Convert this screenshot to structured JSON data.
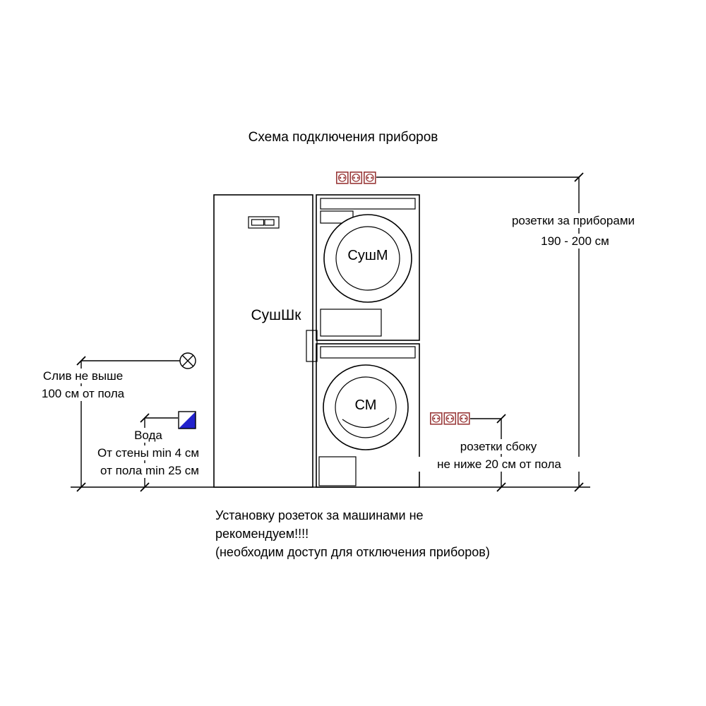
{
  "title": "Схема подключения приборов",
  "diagram": {
    "cabinet_label": "СушШк",
    "dryer_label": "СушМ",
    "washer_label": "СМ"
  },
  "annotations": {
    "sockets_back": {
      "line1": "розетки за приборами",
      "line2": "190 - 200 см"
    },
    "sockets_side": {
      "line1": "розетки сбоку",
      "line2": "не ниже 20 см от пола"
    },
    "drain": {
      "line1": "Слив не выше",
      "line2": "100 см от пола"
    },
    "water": {
      "label": "Вода",
      "line1": "От стены min 4 см",
      "line2": "от пола min 25 см"
    },
    "note": {
      "line1": "Установку розеток за машинами не",
      "line2": "рекомендуем!!!!",
      "line3": "(необходим доступ  для отключения приборов)"
    }
  },
  "colors": {
    "line": "#000000",
    "socket": "#9a3a3a",
    "water": "#2222cc",
    "background": "#ffffff"
  }
}
